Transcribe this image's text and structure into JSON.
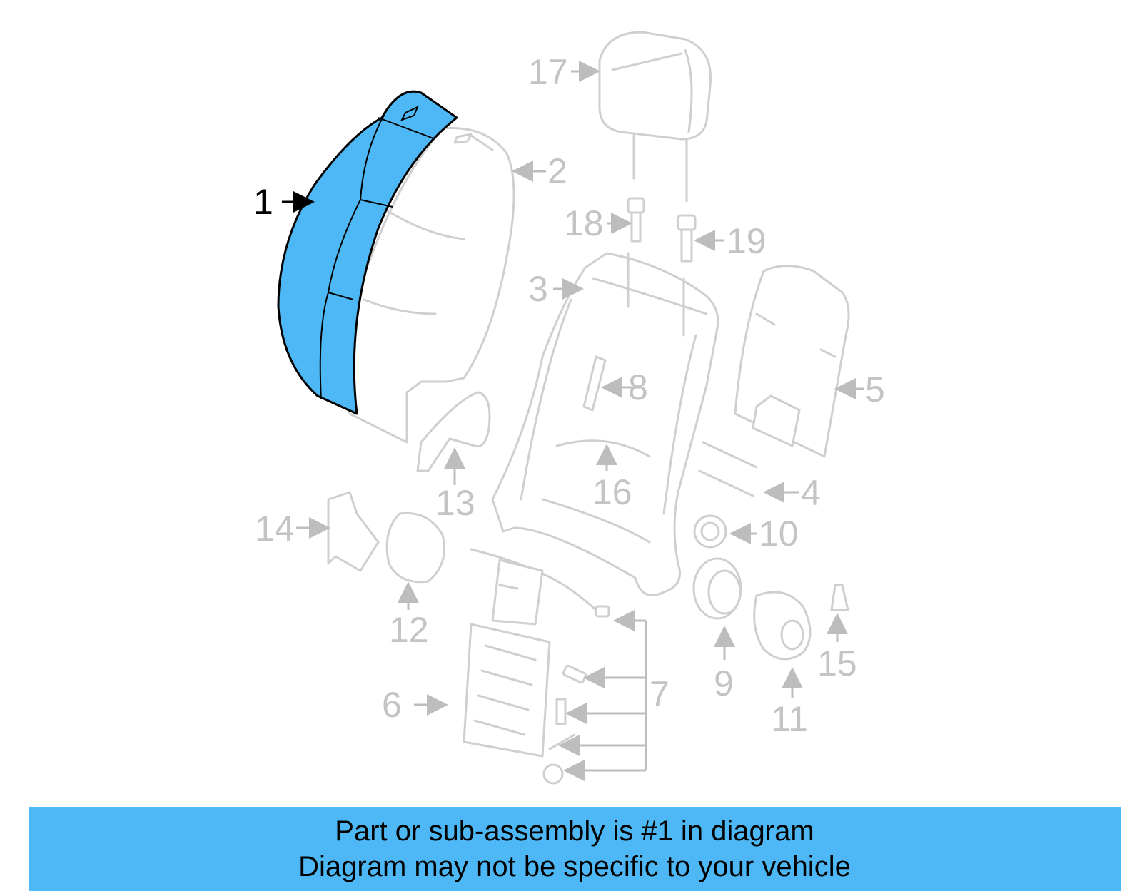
{
  "colors": {
    "highlight": "#4db8f5",
    "part_outline": "#cfcfcf",
    "label_gray": "#c4c4c4",
    "label_main": "#000000"
  },
  "callouts": {
    "c1": "1",
    "c2": "2",
    "c3": "3",
    "c4": "4",
    "c5": "5",
    "c6": "6",
    "c7": "7",
    "c8": "8",
    "c9": "9",
    "c10": "10",
    "c11": "11",
    "c12": "12",
    "c13": "13",
    "c14": "14",
    "c15": "15",
    "c16": "16",
    "c17": "17",
    "c18": "18",
    "c19": "19"
  },
  "highlighted_part": "1",
  "banner": {
    "line1": "Part or sub-assembly is #1 in diagram",
    "line2": "Diagram may not be specific to your vehicle"
  }
}
